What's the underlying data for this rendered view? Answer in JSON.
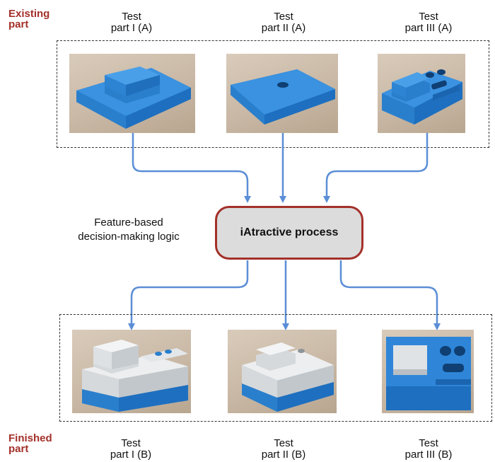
{
  "existing_label": [
    "Existing",
    "part"
  ],
  "finished_label": [
    "Finished",
    "part"
  ],
  "existing_parts": [
    {
      "line1": "Test",
      "line2": "part I (A)"
    },
    {
      "line1": "Test",
      "line2": "part II (A)"
    },
    {
      "line1": "Test",
      "line2": "part III (A)"
    }
  ],
  "finished_parts": [
    {
      "line1": "Test",
      "line2": "part I (B)"
    },
    {
      "line1": "Test",
      "line2": "part II (B)"
    },
    {
      "line1": "Test",
      "line2": "part III (B)"
    }
  ],
  "logic_text": [
    "Feature-based",
    "decision-making logic"
  ],
  "process_label": "iAtractive process",
  "colors": {
    "label_red": "#a3302a",
    "arrow_blue": "#5b8ed6",
    "part_blue": "#2f86d8",
    "machined_white": "#e6e9ec"
  }
}
